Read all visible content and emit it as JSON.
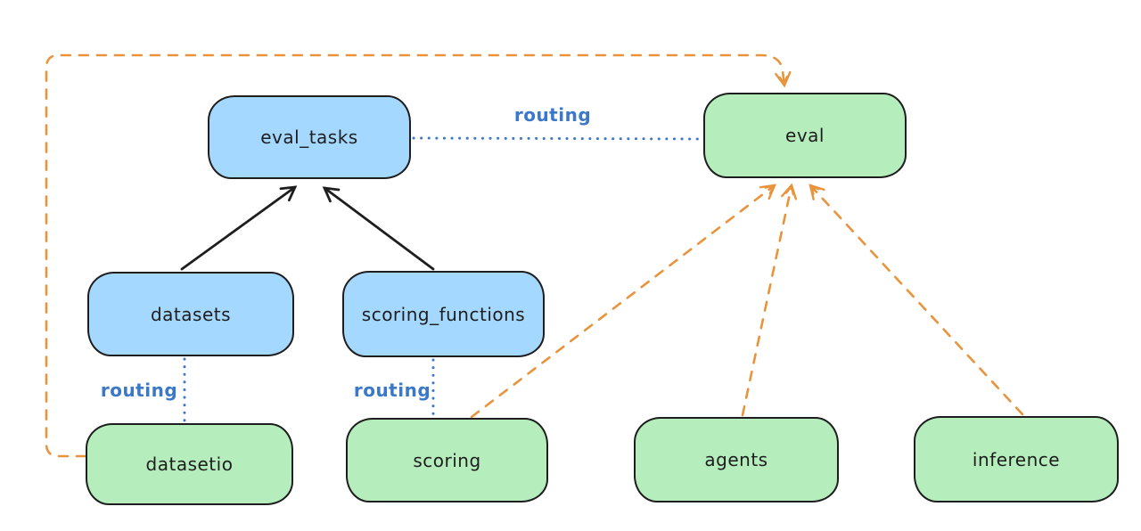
{
  "diagram": {
    "nodes": {
      "eval_tasks": {
        "label": "eval_tasks",
        "kind": "api"
      },
      "eval": {
        "label": "eval",
        "kind": "provider"
      },
      "datasets": {
        "label": "datasets",
        "kind": "api"
      },
      "scoring_functions": {
        "label": "scoring_functions",
        "kind": "api"
      },
      "datasetio": {
        "label": "datasetio",
        "kind": "provider"
      },
      "scoring": {
        "label": "scoring",
        "kind": "provider"
      },
      "agents": {
        "label": "agents",
        "kind": "provider"
      },
      "inference": {
        "label": "inference",
        "kind": "provider"
      }
    },
    "edge_labels": {
      "eval_tasks_to_eval": "routing",
      "datasets_to_datasetio": "routing",
      "scoring_functions_to_scoring": "routing"
    },
    "edges": [
      {
        "from": "datasets",
        "to": "eval_tasks",
        "style": "solid-black-arrow"
      },
      {
        "from": "scoring_functions",
        "to": "eval_tasks",
        "style": "solid-black-arrow"
      },
      {
        "from": "eval_tasks",
        "to": "eval",
        "style": "dotted-blue",
        "label": "routing"
      },
      {
        "from": "datasets",
        "to": "datasetio",
        "style": "dotted-blue",
        "label": "routing"
      },
      {
        "from": "scoring_functions",
        "to": "scoring",
        "style": "dotted-blue",
        "label": "routing"
      },
      {
        "from": "scoring",
        "to": "eval",
        "style": "dashed-orange-arrow"
      },
      {
        "from": "agents",
        "to": "eval",
        "style": "dashed-orange-arrow"
      },
      {
        "from": "inference",
        "to": "eval",
        "style": "dashed-orange-arrow"
      },
      {
        "from": "datasetio",
        "to": "eval",
        "style": "dashed-orange-arrow"
      }
    ],
    "colors": {
      "api_node_fill": "#a5d8ff",
      "provider_node_fill": "#b5edbc",
      "node_stroke": "#1e1e1e",
      "arrow_black": "#1e1e1e",
      "routing_blue": "#3b78c8",
      "dependency_orange": "#e8943c",
      "background": "#ffffff"
    }
  }
}
